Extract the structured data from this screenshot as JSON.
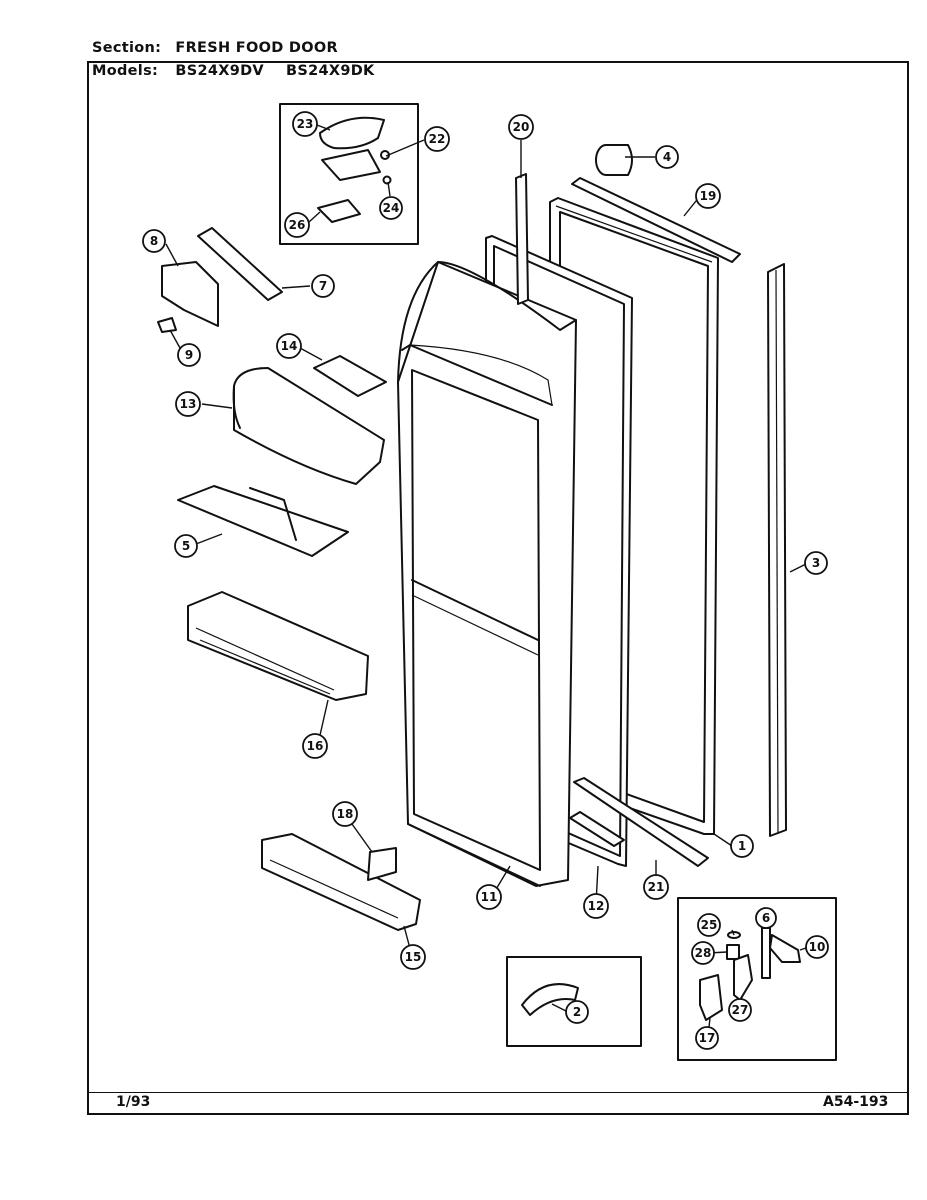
{
  "header": {
    "section_label": "Section:",
    "section_value": "FRESH FOOD DOOR",
    "models_label": "Models:",
    "models": [
      "BS24X9DV",
      "BS24X9DK"
    ]
  },
  "footer": {
    "date": "1/93",
    "code": "A54-193"
  },
  "callouts": {
    "p1": "1",
    "p2": "2",
    "p3": "3",
    "p4": "4",
    "p5": "5",
    "p6": "6",
    "p7": "7",
    "p8": "8",
    "p9": "9",
    "p10": "10",
    "p11": "11",
    "p12": "12",
    "p13": "13",
    "p14": "14",
    "p15": "15",
    "p16": "16",
    "p17": "17",
    "p18": "18",
    "p19": "19",
    "p20": "20",
    "p21": "21",
    "p22": "22",
    "p23": "23",
    "p24": "24",
    "p25": "25",
    "p26": "26",
    "p27": "27",
    "p28": "28"
  }
}
